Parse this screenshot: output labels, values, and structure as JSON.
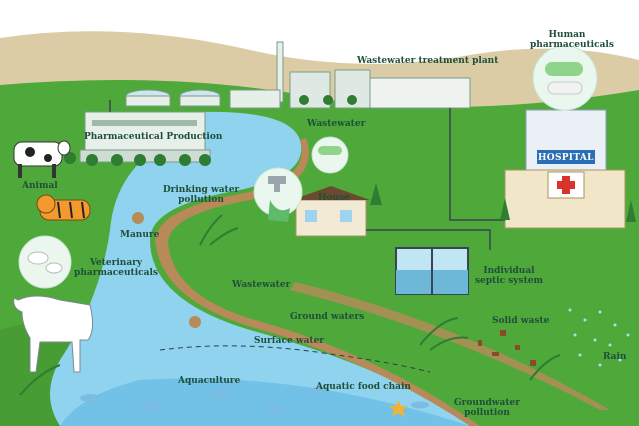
{
  "labels": {
    "wastewater_treatment_plant": "Wastewater treatment plant",
    "human_pharmaceuticals": [
      "Human",
      "pharmaceuticals"
    ],
    "pharmaceutical_production": "Pharmaceutical Production",
    "wastewater_top": "Wastewater",
    "hospital": "HOSPITAL",
    "animal": "Animal",
    "drinking_water_pollution": [
      "Drinking water",
      "pollution"
    ],
    "house": "House",
    "manure": "Manure",
    "veterinary_pharmaceuticals": [
      "Veterinary",
      "pharmaceuticals"
    ],
    "individual_septic_system": [
      "Individual",
      "septic system"
    ],
    "wastewater_mid": "Wastewater",
    "ground_waters": "Ground waters",
    "solid_waste": "Solid waste",
    "surface_water": "Surface water",
    "rain": "Rain",
    "aquaculture": "Aquaculture",
    "aquatic_food_chain": "Aquatic food chain",
    "groundwater_pollution": [
      "Groundwater",
      "pollution"
    ]
  },
  "colors": {
    "sky": "#ffffff",
    "hills": "#d9c8a0",
    "grass": "#4fa83a",
    "grass_dark": "#3f8f2e",
    "river": "#8fd3ee",
    "river_deep": "#5fb6e3",
    "riverbank": "#b88a5a",
    "label": "#1f4f3a",
    "hospital_sign": "#2a6fb5"
  }
}
